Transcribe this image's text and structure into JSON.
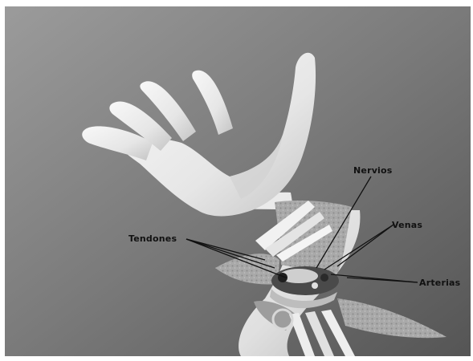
{
  "colors": {
    "background_light": "#8e8e8e",
    "background_dark": "#585858",
    "skin": "#ececec",
    "skin_shadow": "#c8c8c8",
    "tissue": "#a6a6a6",
    "leader_line": "#111111"
  },
  "labels": {
    "nervios": "Nervios",
    "venas": "Venas",
    "tendones": "Tendones",
    "arterias": "Arterias"
  }
}
